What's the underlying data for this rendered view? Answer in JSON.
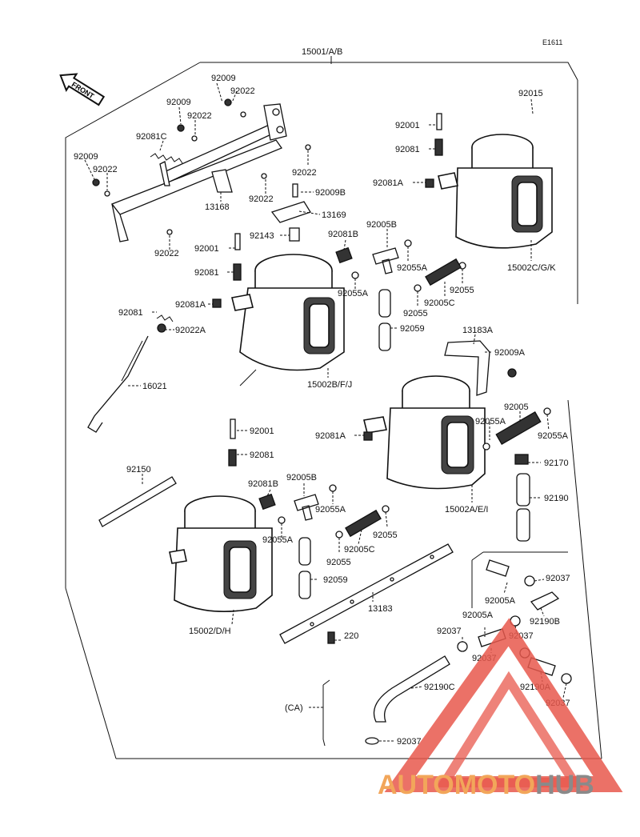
{
  "diagram": {
    "ref_code": "E1611",
    "assembly_label": "15001/A/B",
    "front_label": "FRONT",
    "ca_label": "(CA)"
  },
  "parts": {
    "p92009_a": "92009",
    "p92022_a": "92022",
    "p92009_b": "92009",
    "p92022_b": "92022",
    "p92081c": "92081C",
    "p92009_c": "92009",
    "p92022_c": "92022",
    "p92022_d": "92022",
    "p92022_e": "92022",
    "p13168": "13168",
    "p92009b": "92009B",
    "p13169": "13169",
    "p92022_f": "92022",
    "p92143": "92143",
    "p92001_a": "92001",
    "p92081_a": "92081",
    "p92081b_a": "92081B",
    "p92005b_a": "92005B",
    "p92055a_a": "92055A",
    "p92055a_b": "92055A",
    "p92081_b": "92081",
    "p92081a_a": "92081A",
    "p92022a": "92022A",
    "p92059_a": "92059",
    "p92055_a": "92055",
    "p92005c_a": "92005C",
    "p92055_b": "92055",
    "p16021": "16021",
    "p15002bfj": "15002B/F/J",
    "p92015": "92015",
    "p92001_b": "92001",
    "p92081_c": "92081",
    "p92081a_b": "92081A",
    "p15002cgk": "15002C/G/K",
    "p13183a": "13183A",
    "p92009a": "92009A",
    "p92005": "92005",
    "p92055a_c": "92055A",
    "p92055a_d": "92055A",
    "p92081a_c": "92081A",
    "p92170": "92170",
    "p92190": "92190",
    "p15002aei": "15002A/E/I",
    "p92001_c": "92001",
    "p92081_d": "92081",
    "p92150": "92150",
    "p92081b_b": "92081B",
    "p92005b_b": "92005B",
    "p92055a_e": "92055A",
    "p92055a_f": "92055A",
    "p92005c_b": "92005C",
    "p92055_c": "92055",
    "p92055_d": "92055",
    "p92059_b": "92059",
    "p13183": "13183",
    "p15002dh": "15002/D/H",
    "p220": "220",
    "p92037_a": "92037",
    "p92005a_a": "92005A",
    "p92190b": "92190B",
    "p92005a_b": "92005A",
    "p92037_b": "92037",
    "p92037_c": "92037",
    "p92037_d": "92037",
    "p92190a": "92190A",
    "p92037_e": "92037",
    "p92190c": "92190C",
    "p92037_f": "92037"
  },
  "watermark": {
    "text_orange": "AUTOMOTO",
    "text_gray": "HUB",
    "color_orange": "#f2a65a",
    "color_gray": "#8a8a8a",
    "color_red": "#e8584c"
  }
}
